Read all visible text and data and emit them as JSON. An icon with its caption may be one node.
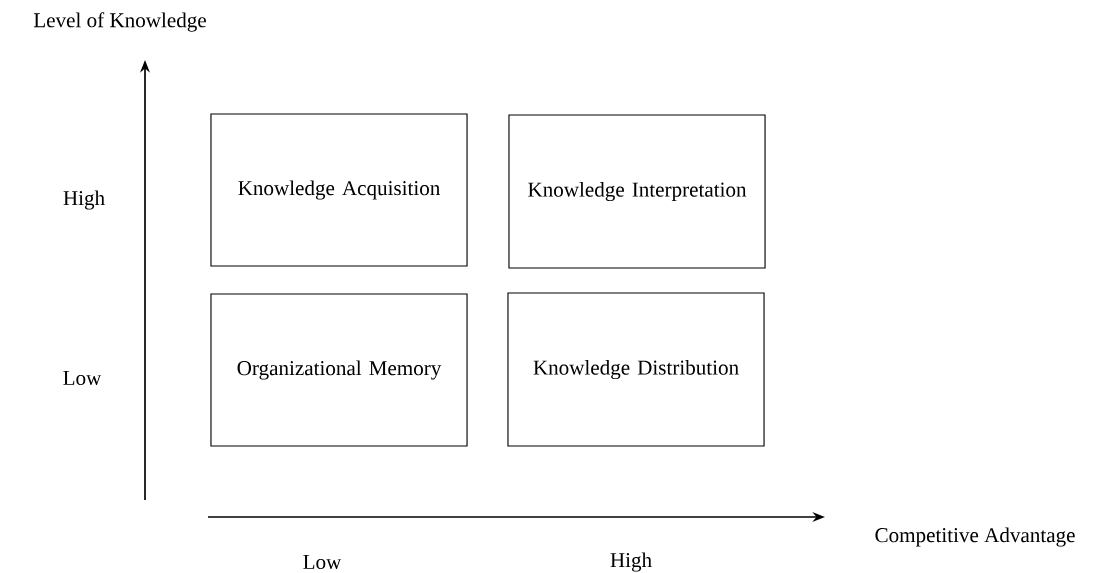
{
  "diagram": {
    "nodes": [
      {
        "text": [
          "Knowledge Acquisition"
        ]
      },
      {
        "text": [
          "Knowledge Interpretation"
        ]
      },
      {
        "text": [
          "Organizational Memory"
        ]
      },
      {
        "text": [
          "Knowledge Distribution"
        ]
      }
    ],
    "labels": [
      "Level of Knowledge",
      "High",
      "Low",
      "Competitive Advantage",
      "Low",
      "High"
    ]
  }
}
